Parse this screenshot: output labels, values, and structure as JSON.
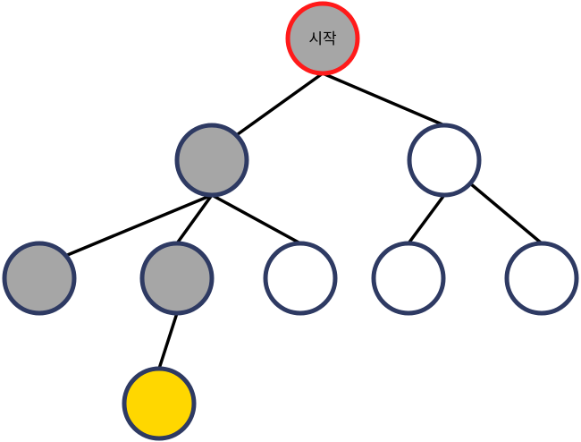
{
  "diagram": {
    "type": "tree",
    "root_label": "시작",
    "colors": {
      "edge": "#000000",
      "default_border": "#2E3A63",
      "start_border": "#FF1A1A",
      "visited_fill": "#A6A6A6",
      "unvisited_fill": "#FFFFFF",
      "current_fill": "#FFD700"
    },
    "nodes": [
      {
        "id": "root",
        "label": "시작",
        "state": "visited",
        "highlight": "start"
      },
      {
        "id": "n1",
        "label": "",
        "state": "visited"
      },
      {
        "id": "n2",
        "label": "",
        "state": "unvisited"
      },
      {
        "id": "n3",
        "label": "",
        "state": "visited"
      },
      {
        "id": "n4",
        "label": "",
        "state": "visited"
      },
      {
        "id": "n5",
        "label": "",
        "state": "unvisited"
      },
      {
        "id": "n6",
        "label": "",
        "state": "unvisited"
      },
      {
        "id": "n7",
        "label": "",
        "state": "unvisited"
      },
      {
        "id": "n8",
        "label": "",
        "state": "current"
      }
    ],
    "edges": [
      {
        "from": "root",
        "to": "n1"
      },
      {
        "from": "root",
        "to": "n2"
      },
      {
        "from": "n1",
        "to": "n3"
      },
      {
        "from": "n1",
        "to": "n4"
      },
      {
        "from": "n1",
        "to": "n5"
      },
      {
        "from": "n2",
        "to": "n6"
      },
      {
        "from": "n2",
        "to": "n7"
      },
      {
        "from": "n4",
        "to": "n8"
      }
    ]
  }
}
